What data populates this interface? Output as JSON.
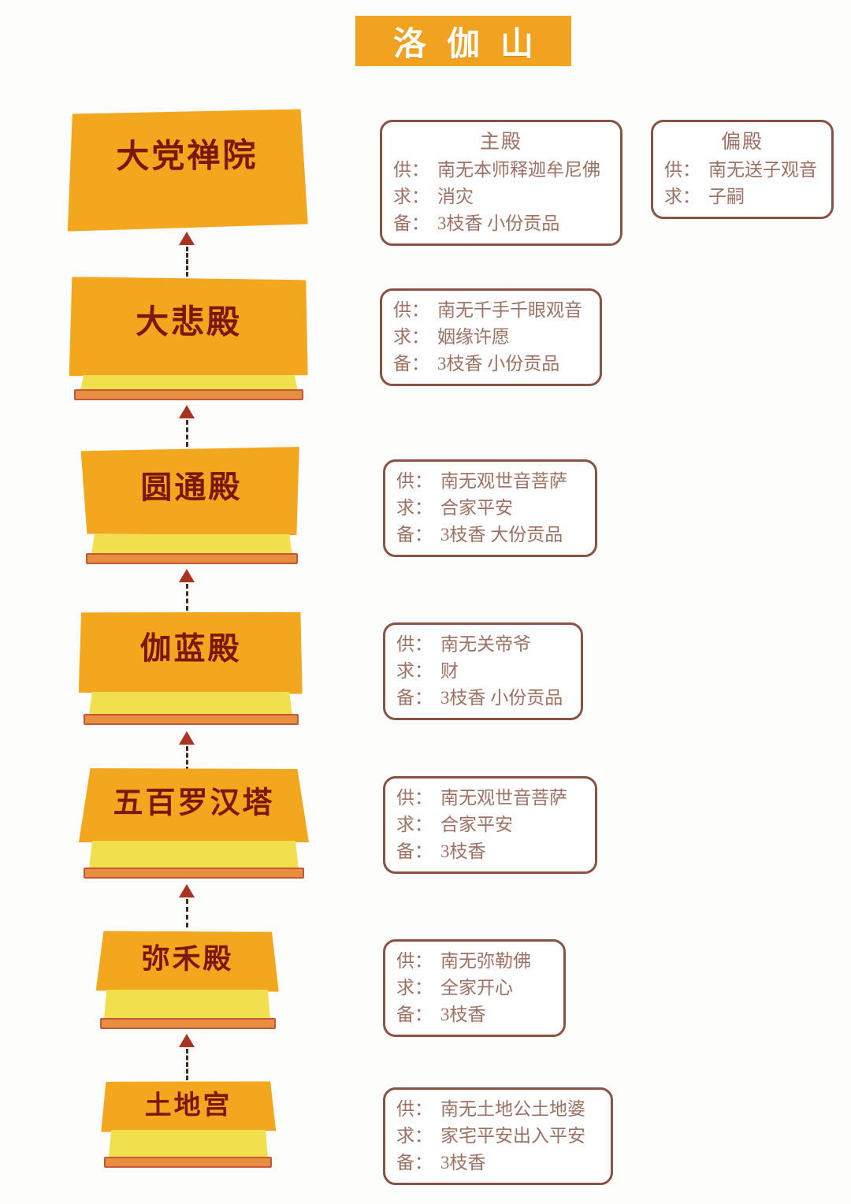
{
  "page_title": "洛伽山",
  "colors": {
    "title_bg": "#f1a221",
    "block_fill": "#f3a71f",
    "block_text": "#7a180c",
    "body_fill": "#f2df4d",
    "base_fill": "#e78f41",
    "arrow_head": "#a93423",
    "arrow_line": "#4a2a1a",
    "box_border": "#8a5242",
    "box_text": "#9b7163"
  },
  "stations": [
    {
      "name": "大党禅院",
      "boxes": [
        {
          "title": "主殿",
          "lines": [
            {
              "label": "供：",
              "value": "南无本师释迦牟尼佛"
            },
            {
              "label": "求：",
              "value": "消灾"
            },
            {
              "label": "备：",
              "value": "3枝香 小份贡品"
            }
          ]
        },
        {
          "title": "偏殿",
          "lines": [
            {
              "label": "供：",
              "value": "南无送子观音"
            },
            {
              "label": "求：",
              "value": "子嗣"
            }
          ]
        }
      ]
    },
    {
      "name": "大悲殿",
      "boxes": [
        {
          "title": "",
          "lines": [
            {
              "label": "供：",
              "value": "南无千手千眼观音"
            },
            {
              "label": "求：",
              "value": "姻缘许愿"
            },
            {
              "label": "备：",
              "value": "3枝香 小份贡品"
            }
          ]
        }
      ]
    },
    {
      "name": "圆通殿",
      "boxes": [
        {
          "title": "",
          "lines": [
            {
              "label": "供：",
              "value": "南无观世音菩萨"
            },
            {
              "label": "求：",
              "value": "合家平安"
            },
            {
              "label": "备：",
              "value": "3枝香 大份贡品"
            }
          ]
        }
      ]
    },
    {
      "name": "伽蓝殿",
      "boxes": [
        {
          "title": "",
          "lines": [
            {
              "label": "供：",
              "value": "南无关帝爷"
            },
            {
              "label": "求：",
              "value": "财"
            },
            {
              "label": "备：",
              "value": "3枝香 小份贡品"
            }
          ]
        }
      ]
    },
    {
      "name": "五百罗汉塔",
      "boxes": [
        {
          "title": "",
          "lines": [
            {
              "label": "供：",
              "value": "南无观世音菩萨"
            },
            {
              "label": "求：",
              "value": "合家平安"
            },
            {
              "label": "备：",
              "value": "3枝香"
            }
          ]
        }
      ]
    },
    {
      "name": "弥禾殿",
      "boxes": [
        {
          "title": "",
          "lines": [
            {
              "label": "供：",
              "value": "南无弥勒佛"
            },
            {
              "label": "求：",
              "value": "全家开心"
            },
            {
              "label": "备：",
              "value": "3枝香"
            }
          ]
        }
      ]
    },
    {
      "name": "土地宫",
      "boxes": [
        {
          "title": "",
          "lines": [
            {
              "label": "供：",
              "value": "南无土地公土地婆"
            },
            {
              "label": "求：",
              "value": "家宅平安出入平安"
            },
            {
              "label": "备：",
              "value": "3枝香"
            }
          ]
        }
      ]
    }
  ]
}
